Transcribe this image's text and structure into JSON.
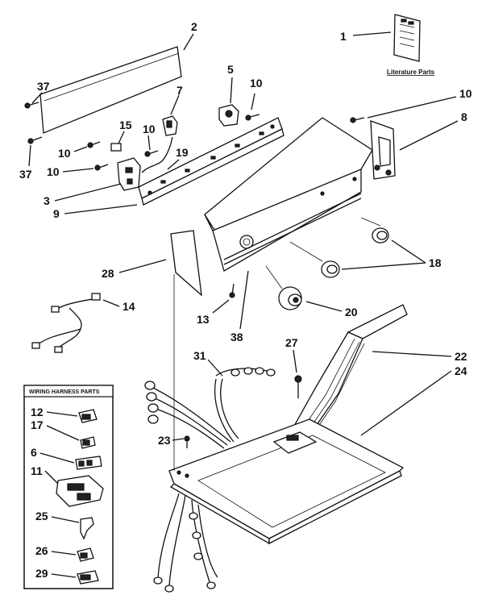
{
  "literature": {
    "label": "Literature Parts"
  },
  "harness_box": {
    "title": "WIRING HARNESS PARTS"
  },
  "callouts": {
    "c1": "1",
    "c2": "2",
    "c3": "3",
    "c5": "5",
    "c6": "6",
    "c7": "7",
    "c8": "8",
    "c9": "9",
    "c10a": "10",
    "c10b": "10",
    "c10c": "10",
    "c10d": "10",
    "c10e": "10",
    "c11": "11",
    "c12": "12",
    "c13": "13",
    "c14": "14",
    "c15": "15",
    "c17": "17",
    "c18": "18",
    "c19": "19",
    "c20": "20",
    "c22": "22",
    "c23": "23",
    "c24": "24",
    "c25": "25",
    "c26": "26",
    "c27": "27",
    "c28": "28",
    "c29": "29",
    "c31": "31",
    "c37a": "37",
    "c37b": "37",
    "c38": "38"
  }
}
